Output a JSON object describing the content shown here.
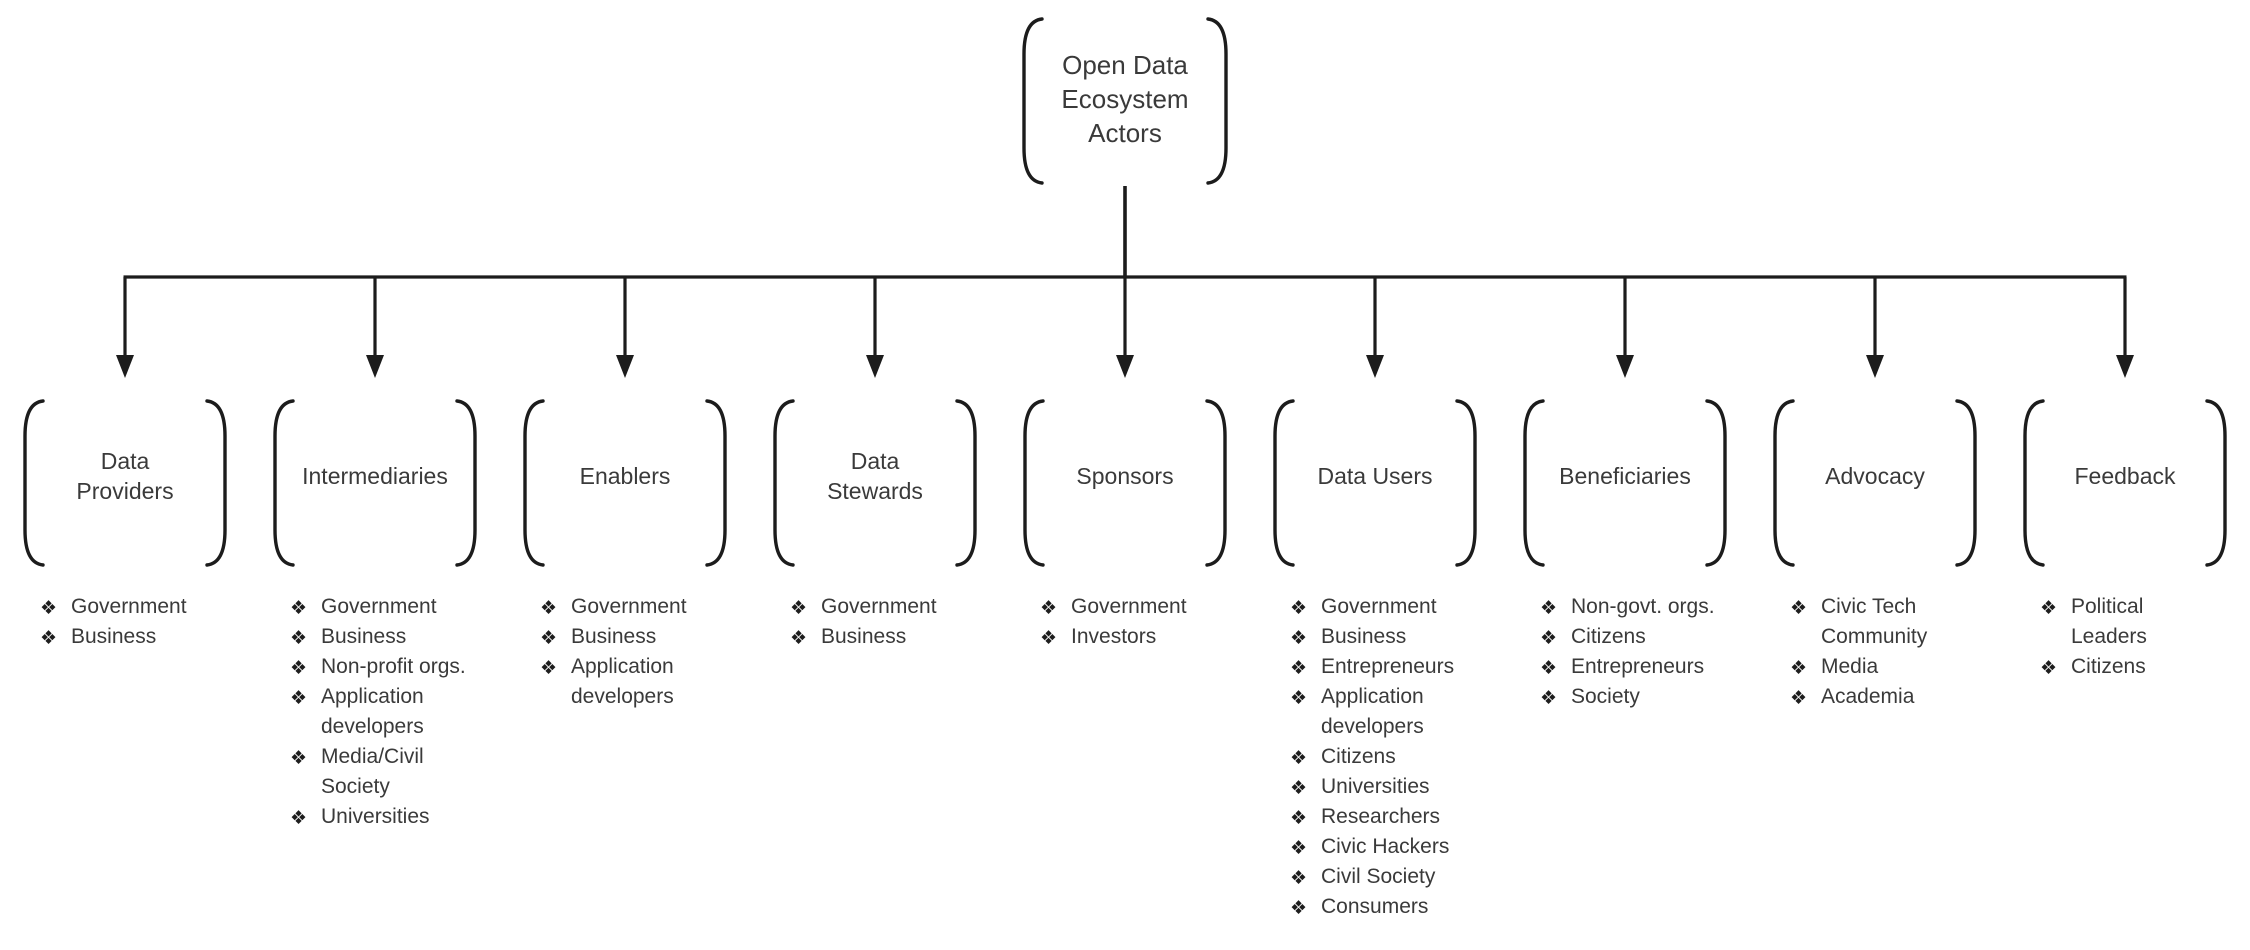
{
  "diagram": {
    "root": {
      "title": "Open Data\nEcosystem\nActors"
    },
    "children": [
      {
        "title": "Data\nProviders",
        "items": [
          "Government",
          "Business"
        ]
      },
      {
        "title": "Intermediaries",
        "items": [
          "Government",
          "Business",
          "Non-profit orgs.",
          "Application\ndevelopers",
          "Media/Civil\nSociety",
          "Universities"
        ]
      },
      {
        "title": "Enablers",
        "items": [
          "Government",
          "Business",
          "Application\ndevelopers"
        ]
      },
      {
        "title": "Data\nStewards",
        "items": [
          "Government",
          "Business"
        ]
      },
      {
        "title": "Sponsors",
        "items": [
          "Government",
          "Investors"
        ]
      },
      {
        "title": "Data Users",
        "items": [
          "Government",
          "Business",
          "Entrepreneurs",
          "Application\ndevelopers",
          "Citizens",
          "Universities",
          "Researchers",
          "Civic Hackers",
          "Civil Society",
          "Consumers"
        ]
      },
      {
        "title": "Beneficiaries",
        "items": [
          "Non-govt. orgs.",
          "Citizens",
          "Entrepreneurs",
          "Society"
        ]
      },
      {
        "title": "Advocacy",
        "items": [
          "Civic Tech\nCommunity",
          "Media",
          "Academia"
        ]
      },
      {
        "title": "Feedback",
        "items": [
          "Political\nLeaders",
          "Citizens"
        ]
      }
    ],
    "bullet_char": "❖",
    "colors": {
      "line": "#1c1c1c",
      "text": "#3a3a3a",
      "background": "#ffffff"
    }
  }
}
